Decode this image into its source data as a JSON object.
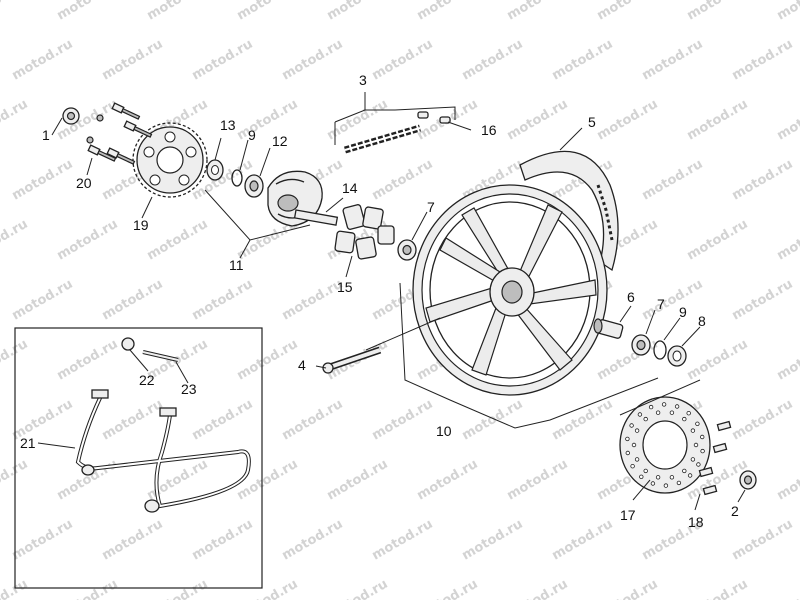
{
  "watermark": "motod.ru",
  "parts": {
    "p1": "1",
    "p2": "2",
    "p3": "3",
    "p4": "4",
    "p5": "5",
    "p6": "6",
    "p7a": "7",
    "p7b": "7",
    "p8": "8",
    "p9a": "9",
    "p9b": "9",
    "p10": "10",
    "p11": "11",
    "p12": "12",
    "p13": "13",
    "p14": "14",
    "p15": "15",
    "p16": "16",
    "p17": "17",
    "p18": "18",
    "p19": "19",
    "p20": "20",
    "p21": "21",
    "p22": "22",
    "p23": "23"
  }
}
